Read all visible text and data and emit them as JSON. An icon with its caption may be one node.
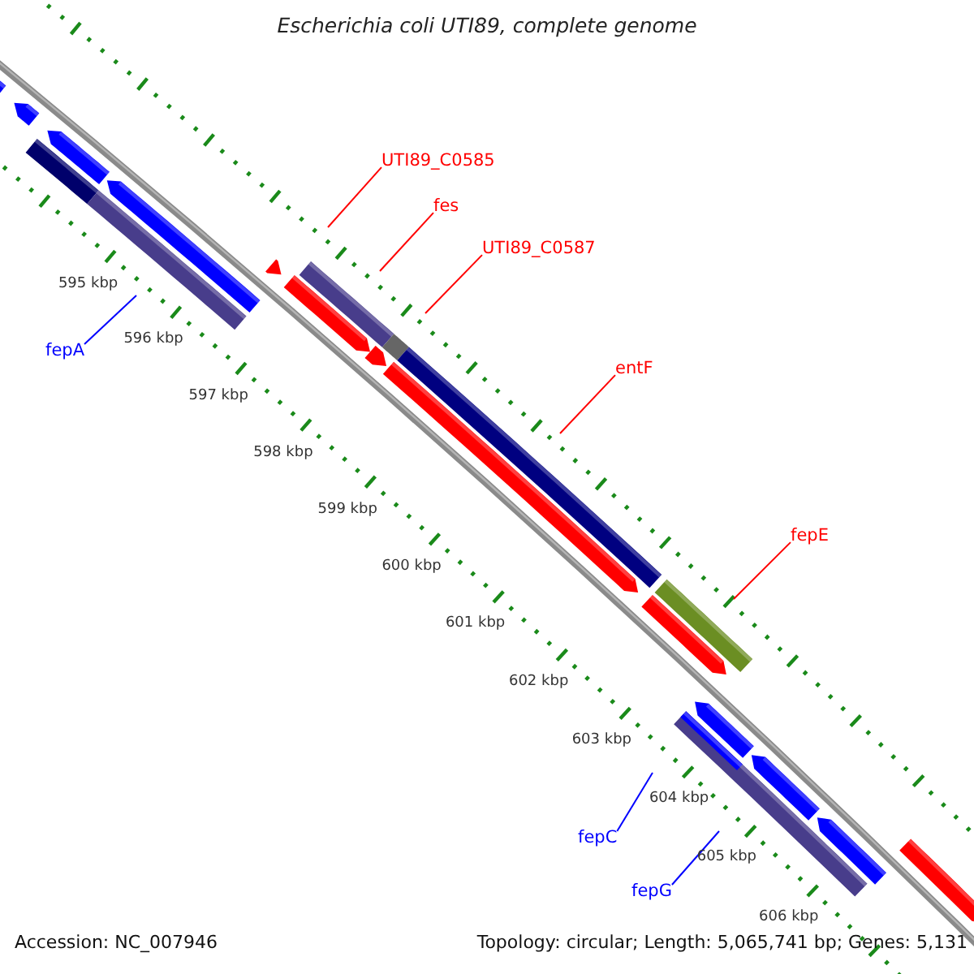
{
  "diagram": {
    "title": "Escherichia coli UTI89, complete genome",
    "nodes": [
      {
        "text": [
          "UTI89_C0585"
        ]
      },
      {
        "text": [
          "fes"
        ]
      },
      {
        "text": [
          "UTI89_C0587"
        ]
      },
      {
        "text": [
          "entF"
        ]
      },
      {
        "text": [
          "fepE"
        ]
      },
      {
        "text": [
          "fepA"
        ]
      },
      {
        "text": [
          "fepC"
        ]
      },
      {
        "text": [
          "fepG"
        ]
      }
    ],
    "edges": [
      {
        "from": 0,
        "to": null,
        "arrow": "none"
      },
      {
        "from": 1,
        "to": null,
        "arrow": "none"
      },
      {
        "from": 2,
        "to": null,
        "arrow": "none"
      },
      {
        "from": 3,
        "to": null,
        "arrow": "none"
      },
      {
        "from": 4,
        "to": null,
        "arrow": "none"
      },
      {
        "from": 5,
        "to": null,
        "arrow": "none",
        "color": "#0000ff"
      },
      {
        "from": 6,
        "to": null,
        "arrow": "none",
        "color": "#0000ff"
      },
      {
        "from": 7,
        "to": null,
        "arrow": "none",
        "color": "#0000ff"
      }
    ],
    "labels": [
      "595 kbp",
      "596 kbp",
      "597 kbp",
      "598 kbp",
      "599 kbp",
      "600 kbp",
      "601 kbp",
      "602 kbp",
      "603 kbp",
      "604 kbp",
      "605 kbp",
      "606 kbp",
      "Accession: NC_007946",
      "Topology: circular; Length: 5,065,741 bp; Genes: 5,131"
    ]
  }
}
